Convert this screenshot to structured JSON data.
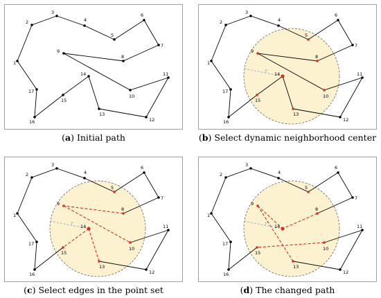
{
  "panels": [
    {
      "id": "a",
      "caption": {
        "letter": "a",
        "text": "Initial path"
      },
      "circle": false,
      "path": [
        "1",
        "2",
        "3",
        "4",
        "5",
        "6",
        "7",
        "8",
        "9",
        "10",
        "11",
        "12",
        "13",
        "14",
        "15",
        "16",
        "17",
        "1"
      ],
      "removed_edges": [],
      "red_edges": [],
      "red_nodes": []
    },
    {
      "id": "b",
      "caption": {
        "letter": "b",
        "text": "Select dynamic neighborhood center"
      },
      "circle": true,
      "radius_label": "r",
      "path": [
        "1",
        "2",
        "3",
        "4",
        "5",
        "6",
        "7",
        "8",
        "9",
        "10",
        "11",
        "12",
        "13",
        "14",
        "15",
        "16",
        "17",
        "1"
      ],
      "removed_edges": [],
      "red_edges": [],
      "red_nodes": [
        "5",
        "8",
        "9",
        "10",
        "13",
        "14",
        "15"
      ]
    },
    {
      "id": "c",
      "caption": {
        "letter": "c",
        "text": "Select edges in the point set"
      },
      "circle": true,
      "radius_label": "r",
      "path": [
        "1",
        "2",
        "3",
        "4",
        "5",
        "6",
        "7",
        "8",
        "9",
        "10",
        "11",
        "12",
        "13",
        "14",
        "15",
        "16",
        "17",
        "1"
      ],
      "removed_edges": [
        [
          "8",
          "9"
        ],
        [
          "9",
          "10"
        ],
        [
          "13",
          "14"
        ],
        [
          "14",
          "15"
        ]
      ],
      "red_edges": [
        [
          "8",
          "9"
        ],
        [
          "9",
          "10"
        ],
        [
          "13",
          "14"
        ],
        [
          "14",
          "15"
        ]
      ],
      "red_nodes": [
        "5",
        "8",
        "9",
        "10",
        "13",
        "14",
        "15"
      ]
    },
    {
      "id": "d",
      "caption": {
        "letter": "d",
        "text": "The changed path"
      },
      "circle": true,
      "radius_label": "r",
      "path": [
        "1",
        "2",
        "3",
        "4",
        "5",
        "6",
        "7",
        "8",
        "9",
        "10",
        "11",
        "12",
        "13",
        "14",
        "15",
        "16",
        "17",
        "1"
      ],
      "removed_edges": [
        [
          "8",
          "9"
        ],
        [
          "9",
          "10"
        ],
        [
          "13",
          "14"
        ],
        [
          "14",
          "15"
        ]
      ],
      "red_edges": [
        [
          "8",
          "14"
        ],
        [
          "9",
          "14"
        ],
        [
          "10",
          "15"
        ],
        [
          "9",
          "13"
        ]
      ],
      "red_nodes": [
        "5",
        "8",
        "9",
        "10",
        "13",
        "14",
        "15"
      ]
    }
  ],
  "colors": {
    "edge": "#000000",
    "red": "#d9301e",
    "circle_fill": "#fcf2d0",
    "circle_stroke": "#666666",
    "radius_line": "#8faecc"
  }
}
